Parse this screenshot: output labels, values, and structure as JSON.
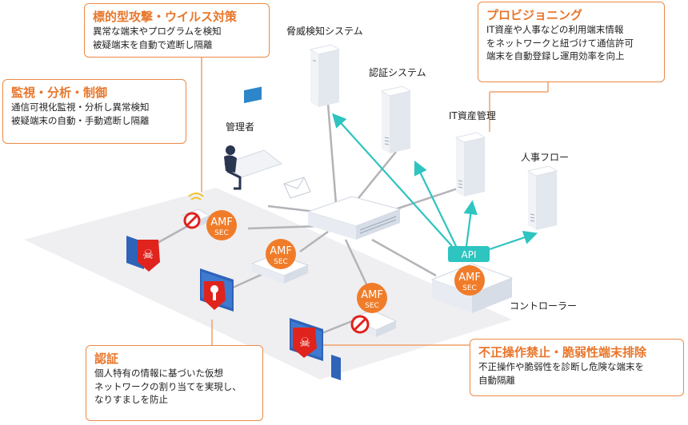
{
  "callouts": {
    "targeted": {
      "title": "標的型攻撃・ウイルス対策",
      "lines": [
        "異常な端末やプログラムを検知",
        "被疑端末を自動で遮断し隔離"
      ]
    },
    "provisioning": {
      "title": "プロビジョニング",
      "lines": [
        "IT資産や人事などの利用端末情報",
        "をネットワークと紐づけて通信許可",
        "端末を自動登録し運用効率を向上"
      ]
    },
    "monitoring": {
      "title": "監視・分析・制御",
      "lines": [
        "通信可視化監視・分析し異常検知",
        "被疑端末の自動・手動遮断し隔離"
      ]
    },
    "auth": {
      "title": "認証",
      "lines": [
        "個人特有の情報に基づいた仮想",
        "ネットワークの割り当てを実現し、",
        "なりすましを防止"
      ]
    },
    "exclusion": {
      "title": "不正操作禁止・脆弱性端末排除",
      "lines": [
        "不正操作や脆弱性を診断し危険な端末を",
        "自動隔離"
      ]
    }
  },
  "labels": {
    "threat_system": "脅威検知システム",
    "auth_system": "認証システム",
    "it_asset": "IT資産管理",
    "hr_flow": "人事フロー",
    "admin": "管理者",
    "controller": "コントローラー",
    "api": "API"
  },
  "badge": {
    "line1": "AMF",
    "line2": "SEC"
  },
  "colors": {
    "accent": "#e8762b",
    "api": "#2ec4c0",
    "badge": "#f07c2a",
    "danger": "#e0231d"
  }
}
